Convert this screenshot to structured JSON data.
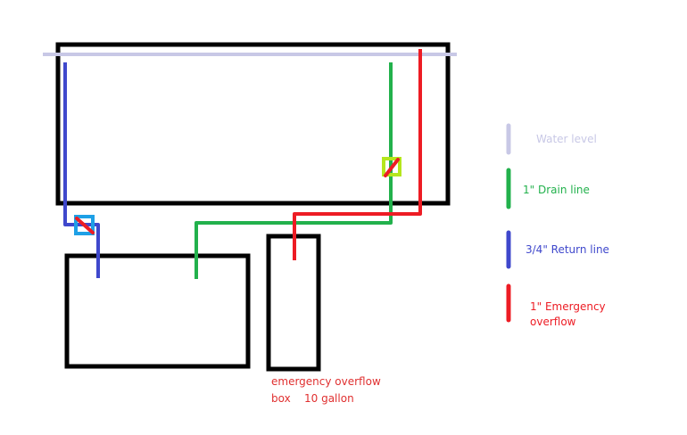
{
  "colors": {
    "water_level": "#c8c8e6",
    "drain": "#22b14c",
    "return": "#3f48cc",
    "overflow": "#ed1c24",
    "return_valve": "#1ea0e6",
    "drain_valve": "#b5e61d",
    "outline": "#000000"
  },
  "legend": {
    "water_level": "Water level",
    "drain": "1\" Drain line",
    "return": "3/4\" Return line",
    "overflow_line1": "1\" Emergency",
    "overflow_line2": "overflow"
  },
  "overflow_box_label": {
    "line1": "emergency overflow",
    "line2_a": "box",
    "line2_b": "10 gallon"
  }
}
